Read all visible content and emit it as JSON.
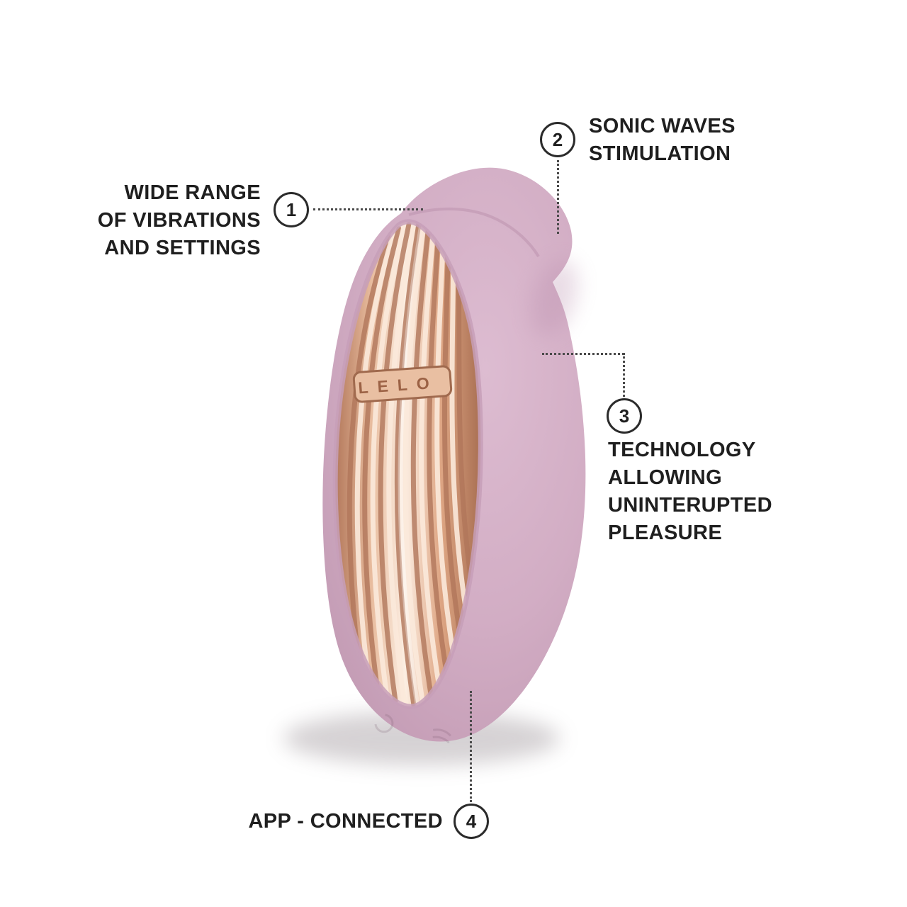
{
  "diagram": {
    "background_color": "#ffffff",
    "text_color": "#1f1f1f",
    "connector_line_color": "#4a4a4a",
    "callouts": [
      {
        "number": "1",
        "label": "WIDE RANGE OF VIBRATIONS AND SETTINGS",
        "lines": [
          "WIDE RANGE",
          "OF VIBRATIONS",
          "AND SETTINGS"
        ]
      },
      {
        "number": "2",
        "label": "SONIC WAVES STIMULATION",
        "lines": [
          "SONIC WAVES",
          "STIMULATION"
        ]
      },
      {
        "number": "3",
        "label": "TECHNOLOGY ALLOWING UNINTERUPTED PLEASURE",
        "lines": [
          "TECHNOLOGY",
          "ALLOWING",
          "UNINTERUPTED",
          "PLEASURE"
        ]
      },
      {
        "number": "4",
        "label": "APP - CONNECTED",
        "lines": [
          "APP - CONNECTED"
        ]
      }
    ],
    "product": {
      "logo_text": "LELO",
      "body_color": "#d2adc4",
      "panel_highlight_color": "#fceee2",
      "panel_base_color": "#b4795c"
    }
  }
}
